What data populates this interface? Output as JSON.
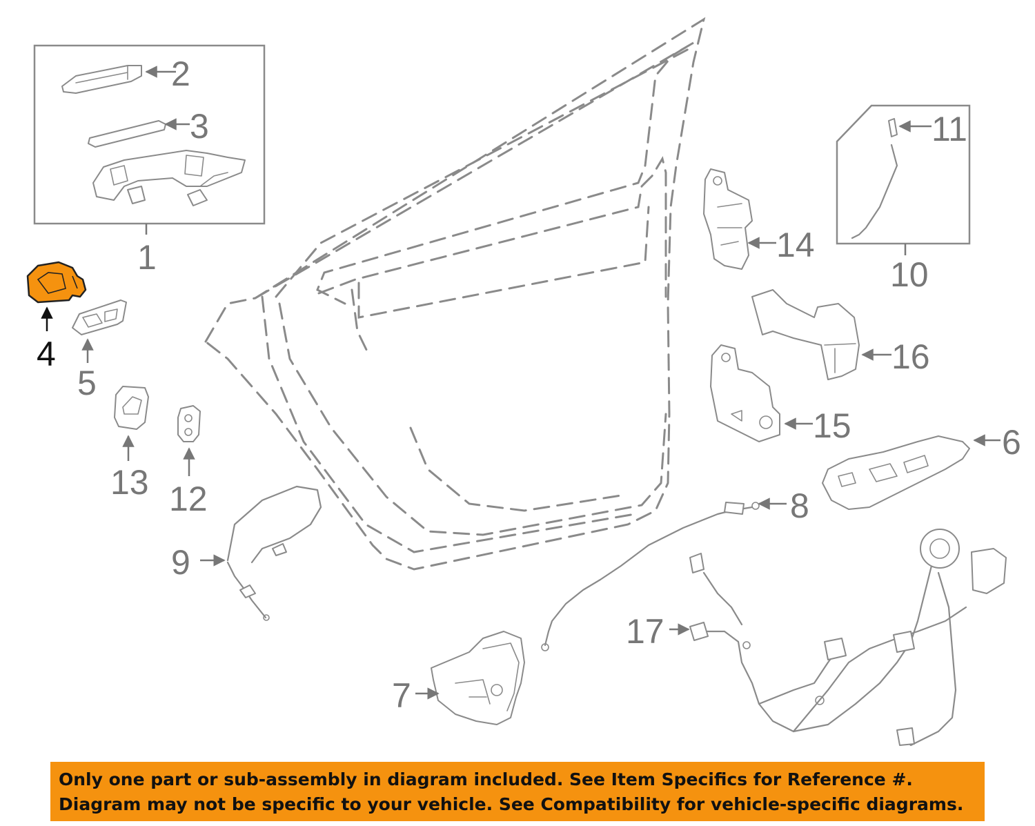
{
  "callouts": {
    "c1": "1",
    "c2": "2",
    "c3": "3",
    "c4": "4",
    "c5": "5",
    "c6": "6",
    "c7": "7",
    "c8": "8",
    "c9": "9",
    "c10": "10",
    "c11": "11",
    "c12": "12",
    "c13": "13",
    "c14": "14",
    "c15": "15",
    "c16": "16",
    "c17": "17"
  },
  "highlight_color": "#f5920f",
  "highlighted_part": "4",
  "banner": {
    "line1": "Only one part or sub-assembly in diagram included. See Item Specifics for Reference #.",
    "line2": "Diagram may not be specific to your vehicle. See Compatibility for vehicle-specific diagrams."
  }
}
